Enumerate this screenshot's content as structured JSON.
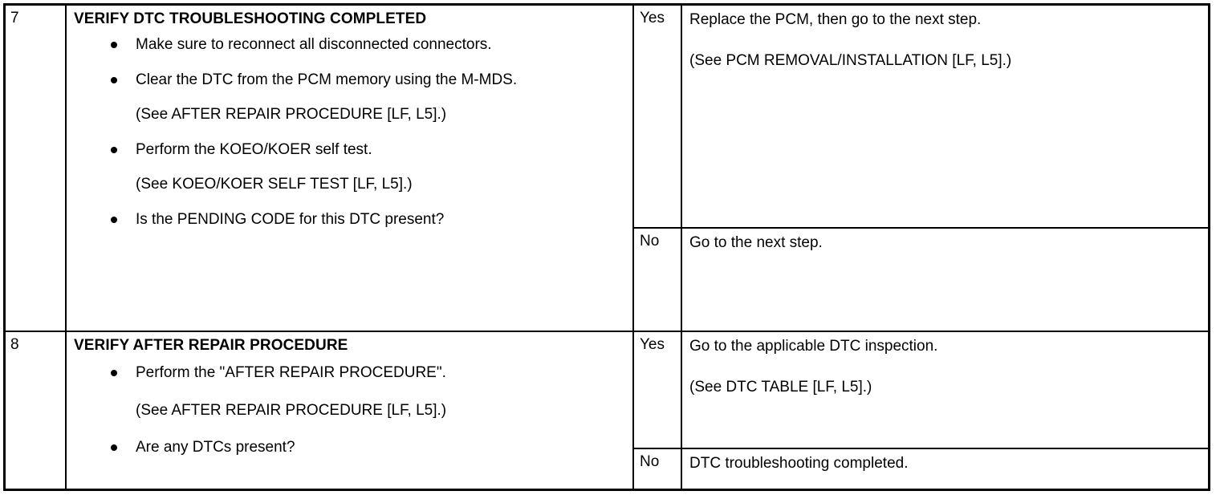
{
  "document": {
    "type": "diagnostic-troubleshooting-table",
    "column_headers_visible": false
  },
  "table": {
    "rows": [
      {
        "step": "7",
        "heading": "VERIFY DTC TROUBLESHOOTING COMPLETED",
        "items": [
          {
            "kind": "bullet",
            "text": "Make sure to reconnect all disconnected connectors."
          },
          {
            "kind": "bullet",
            "text": "Clear the DTC from the PCM memory using the M-MDS."
          },
          {
            "kind": "note",
            "text": "(See AFTER REPAIR PROCEDURE [LF, L5].)"
          },
          {
            "kind": "bullet",
            "text": "Perform the KOEO/KOER self test."
          },
          {
            "kind": "note",
            "text": "(See KOEO/KOER SELF TEST [LF, L5].)"
          },
          {
            "kind": "bullet",
            "text": "Is the PENDING CODE for this DTC present?"
          }
        ],
        "results": [
          {
            "label": "Yes",
            "action": "Replace the PCM, then go to the next step.",
            "reference": "(See PCM REMOVAL/INSTALLATION [LF, L5].)"
          },
          {
            "label": "No",
            "action": "Go to the next step.",
            "reference": ""
          }
        ]
      },
      {
        "step": "8",
        "heading": "VERIFY AFTER REPAIR PROCEDURE",
        "items": [
          {
            "kind": "bullet",
            "text": "Perform the \"AFTER REPAIR PROCEDURE\"."
          },
          {
            "kind": "note",
            "text": "(See AFTER REPAIR PROCEDURE [LF, L5].)"
          },
          {
            "kind": "bullet",
            "text": "Are any DTCs present?"
          }
        ],
        "results": [
          {
            "label": "Yes",
            "action": "Go to the applicable DTC inspection.",
            "reference": "(See DTC TABLE [LF, L5].)"
          },
          {
            "label": "No",
            "action": "DTC troubleshooting completed.",
            "reference": ""
          }
        ]
      }
    ]
  },
  "colors": {
    "border": "#000000",
    "text": "#000000",
    "background": "#ffffff"
  }
}
